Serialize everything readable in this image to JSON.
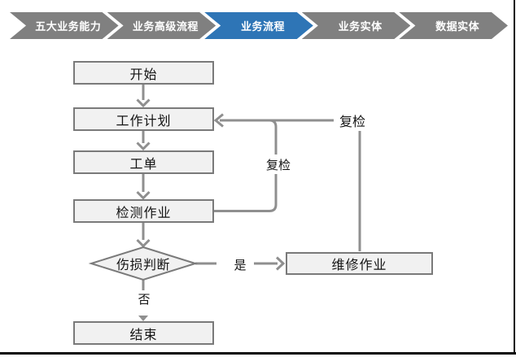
{
  "nav": {
    "items": [
      {
        "label": "五大业务能力",
        "active": false
      },
      {
        "label": "业务高级流程",
        "active": false
      },
      {
        "label": "业务流程",
        "active": true
      },
      {
        "label": "业务实体",
        "active": false
      },
      {
        "label": "数据实体",
        "active": false
      }
    ],
    "colors": {
      "inactive": "#808080",
      "active": "#2e75b6",
      "text": "#ffffff"
    }
  },
  "flowchart": {
    "nodes": [
      {
        "id": "start",
        "label": "开始",
        "type": "process"
      },
      {
        "id": "work-plan",
        "label": "工作计划",
        "type": "process"
      },
      {
        "id": "work-order",
        "label": "工单",
        "type": "process"
      },
      {
        "id": "inspection",
        "label": "检测作业",
        "type": "process"
      },
      {
        "id": "damage-judgment",
        "label": "伤损判断",
        "type": "decision"
      },
      {
        "id": "repair",
        "label": "维修作业",
        "type": "process"
      },
      {
        "id": "end",
        "label": "结束",
        "type": "process"
      }
    ],
    "edge_labels": {
      "recheck_inspection": "复检",
      "recheck_repair": "复检",
      "yes": "是",
      "no": "否"
    },
    "colors": {
      "node_fill": "#f1f1f1",
      "node_border": "#7a7a7a",
      "connector": "#8f8f8f",
      "text": "#141414"
    }
  }
}
